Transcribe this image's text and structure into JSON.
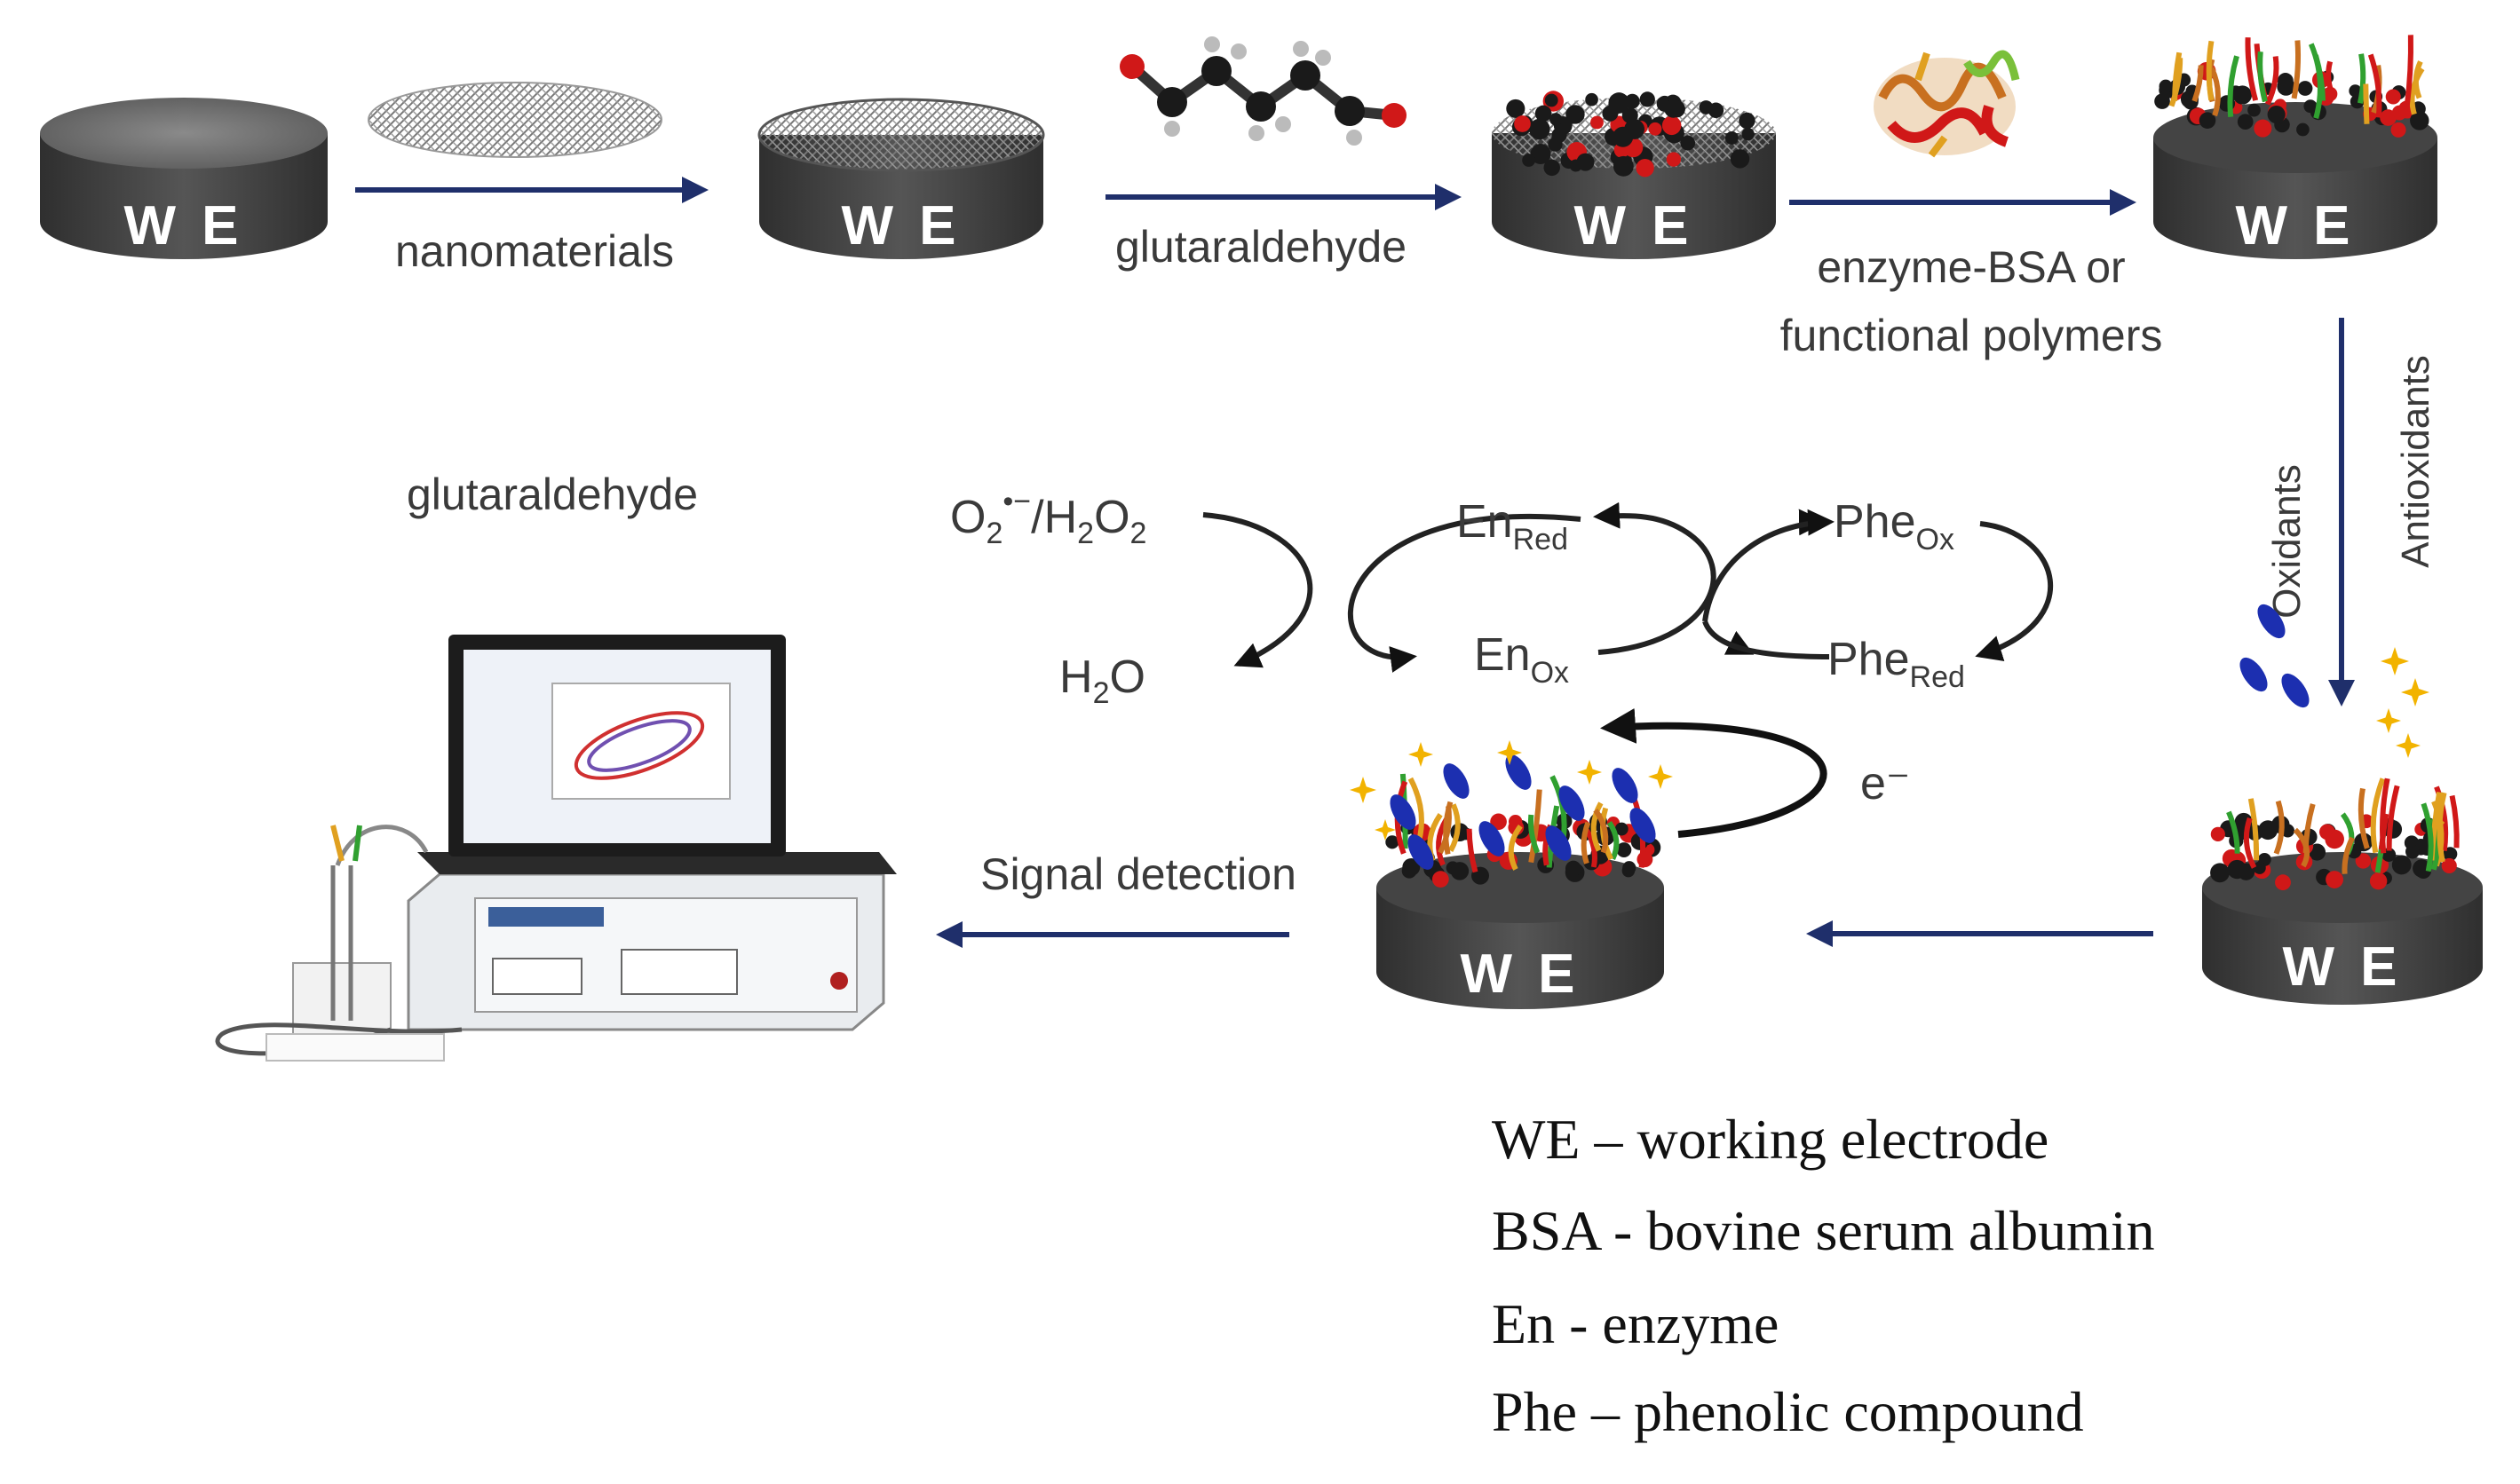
{
  "labels": {
    "step1": "nanomaterials",
    "step2": "glutaraldehyde",
    "step3_line1": "enzyme-BSA or",
    "step3_line2": "functional polymers",
    "oxidants": "Oxidants",
    "antioxidants": "Antioxidants",
    "left_label": "glutaraldehyde",
    "signal": "Signal detection",
    "electron": "e⁻",
    "electrode": "W E"
  },
  "chemistry": {
    "superoxide": "O",
    "superoxide_sub": "2",
    "superoxide_sup": "•−",
    "peroxide_sep": "/H",
    "peroxide_sub1": "2",
    "peroxide_O": "O",
    "peroxide_sub2": "2",
    "water_H": "H",
    "water_sub": "2",
    "water_O": "O",
    "en": "En",
    "red": "Red",
    "ox": "Ox",
    "phe": "Phe"
  },
  "legend": [
    "WE – working electrode",
    "BSA - bovine serum albumin",
    "En - enzyme",
    "Phe – phenolic compound"
  ],
  "colors": {
    "arrow": "#1f2f6b",
    "electrode_top": "#5a5a5a",
    "electrode_side": "#3f3f3f",
    "oxygen_red": "#d01818",
    "carbon_black": "#1a1a1a",
    "antioxidant_blue": "#1c2fb0",
    "oxidant_gold": "#f2b300"
  }
}
